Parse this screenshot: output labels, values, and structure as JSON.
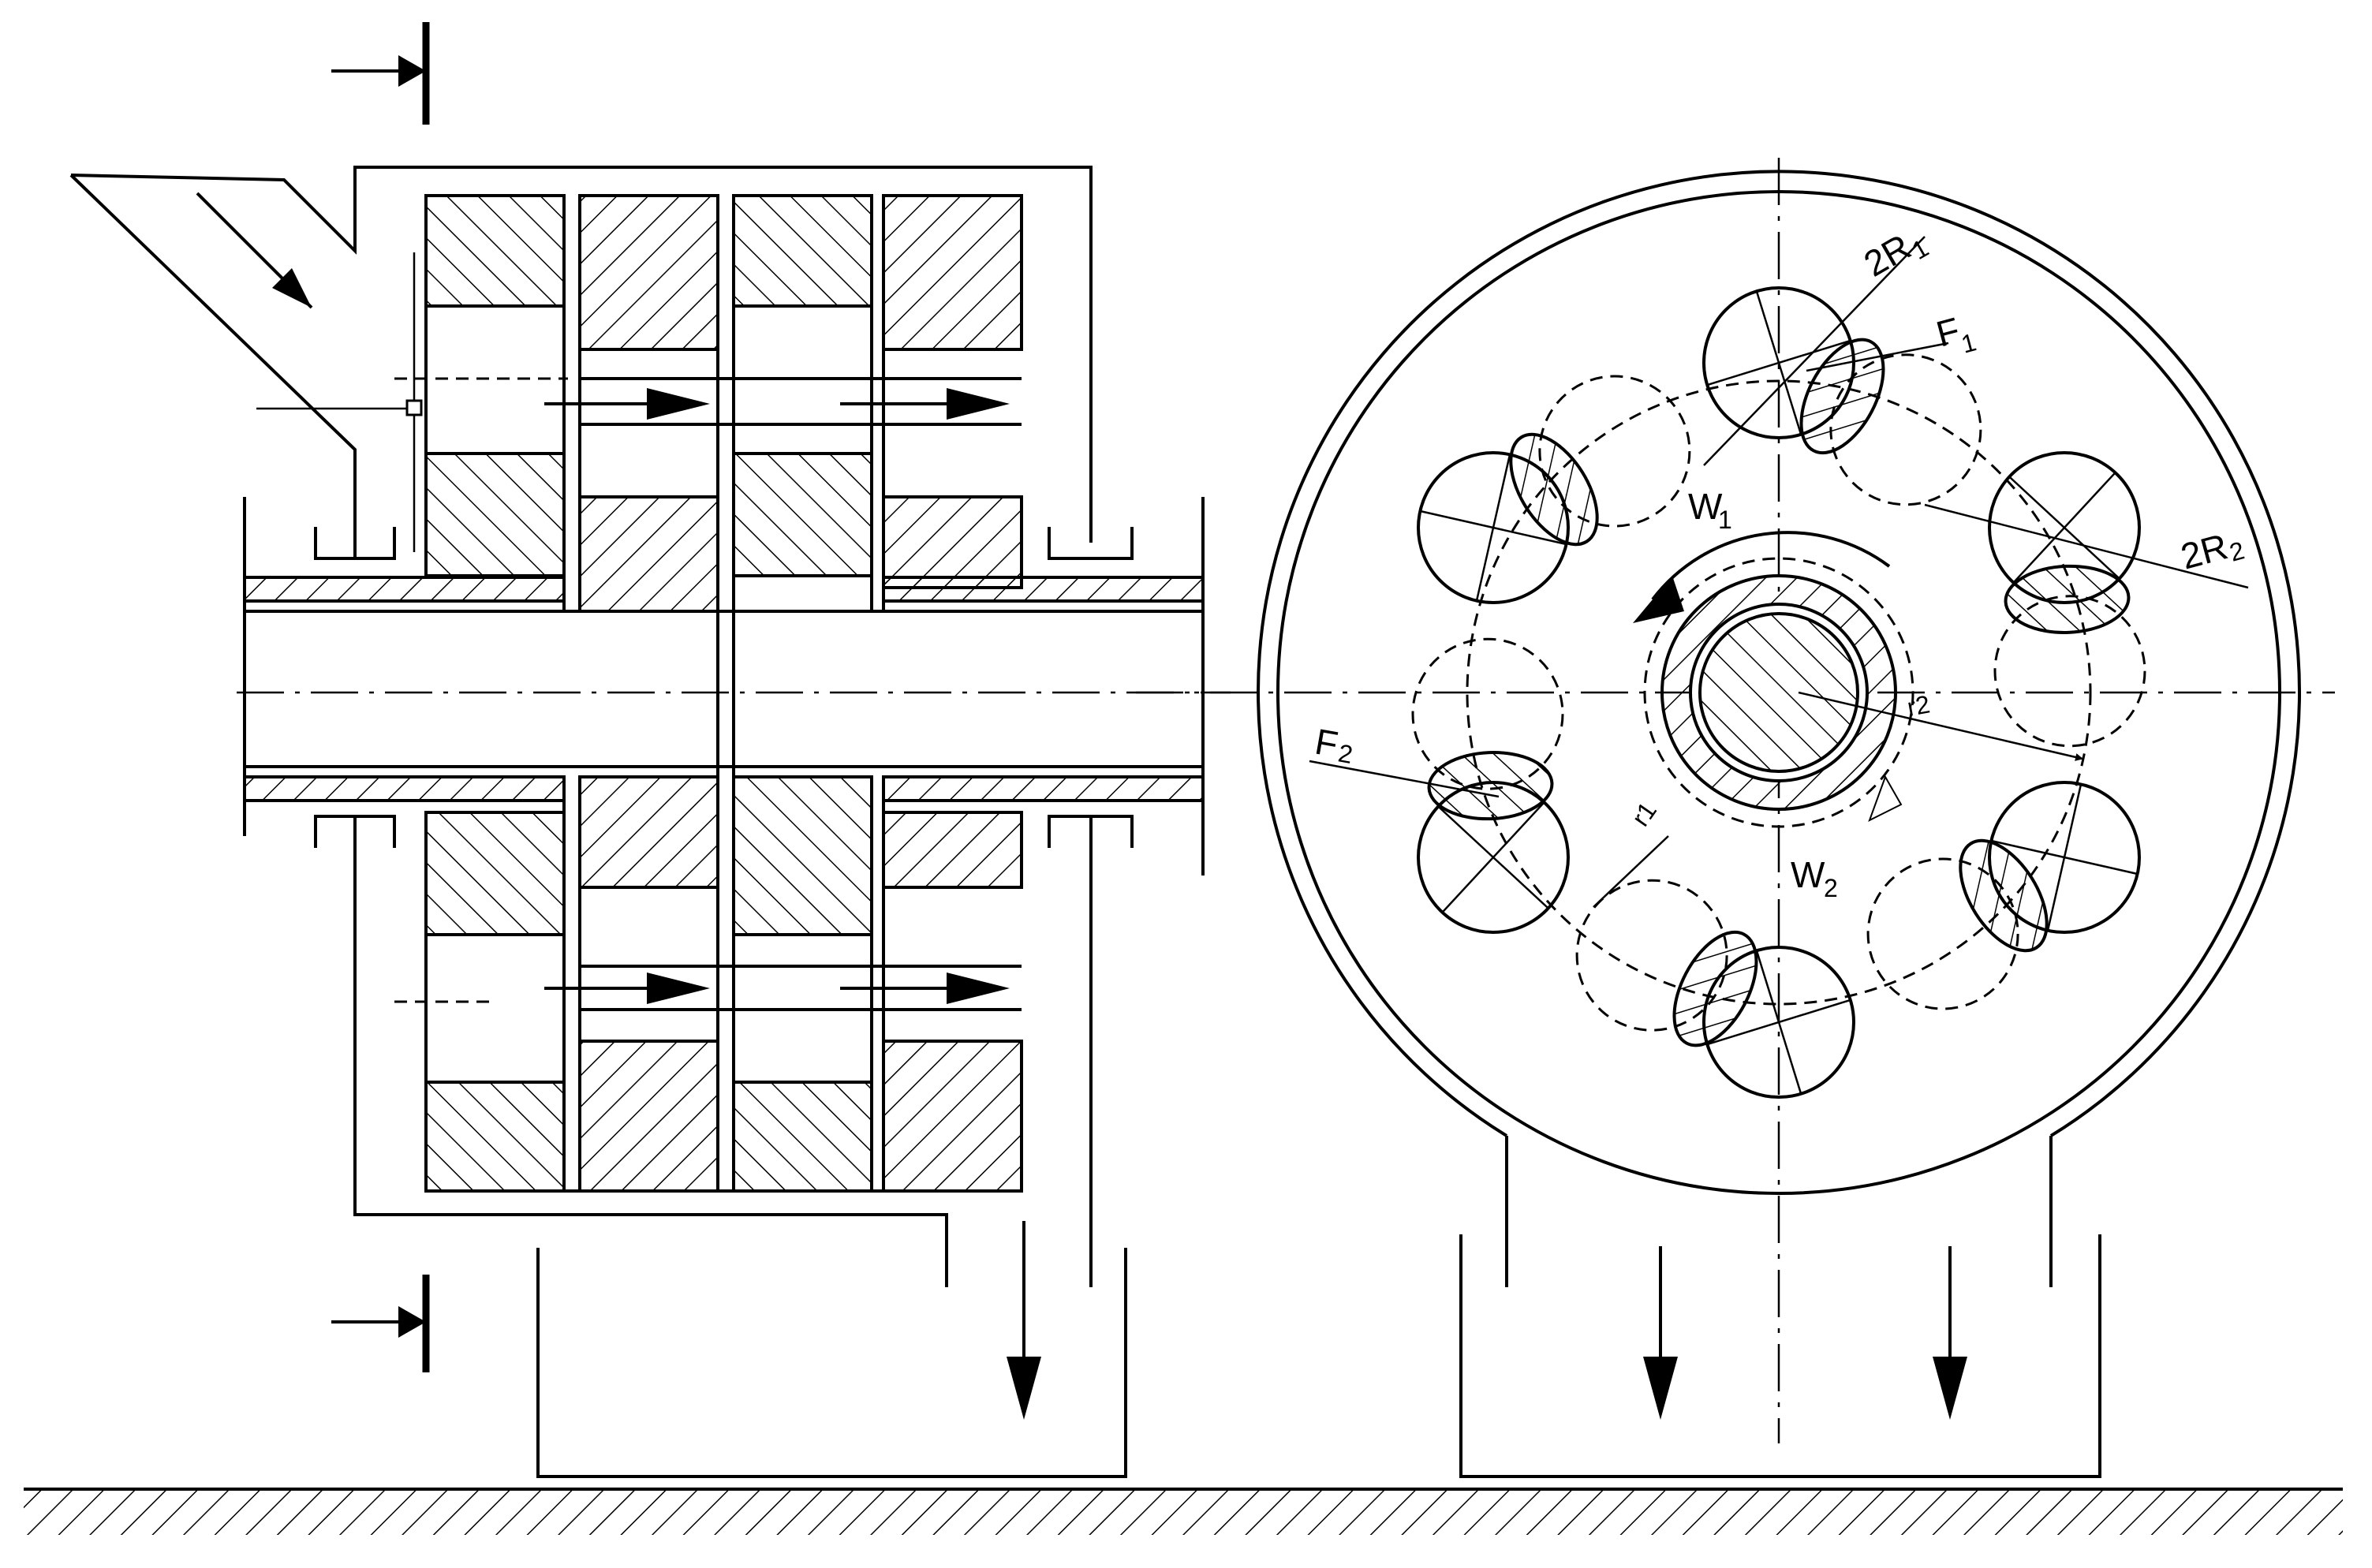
{
  "labels": {
    "w1": "W",
    "w1_sub": "1",
    "w2": "W",
    "w2_sub": "2",
    "r1_main": "2R",
    "r1_sub": "1",
    "r2_main": "2R",
    "r2_sub": "2",
    "f1": "F",
    "f1_sub": "1",
    "f2": "F",
    "f2_sub": "2",
    "small_r1": "r1",
    "small_r2": "r2"
  }
}
